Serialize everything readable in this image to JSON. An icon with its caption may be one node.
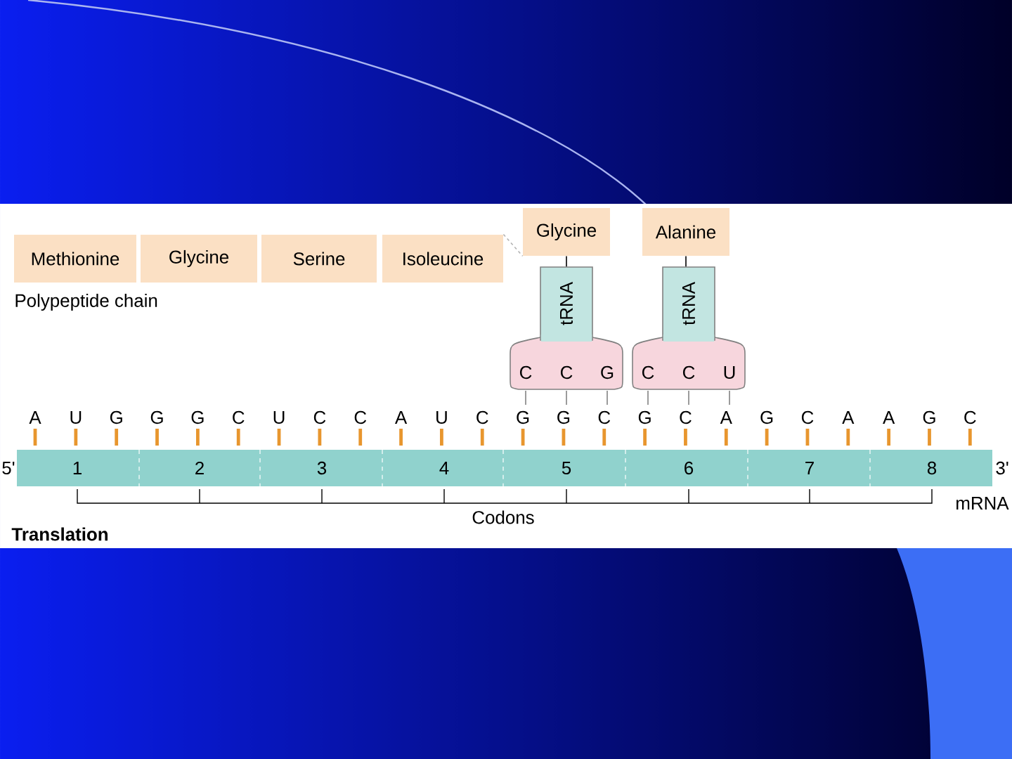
{
  "diagram": {
    "nodes": [
      {
        "text": [
          "Methionine"
        ]
      },
      {
        "text": [
          "Glycine"
        ]
      },
      {
        "text": [
          "Serine"
        ]
      },
      {
        "text": [
          "Isoleucine"
        ]
      },
      {
        "text": [
          "Glycine"
        ]
      },
      {
        "text": [
          "Alanine"
        ]
      },
      {
        "text": [
          "tRNA",
          "C",
          "C",
          "G"
        ]
      },
      {
        "text": [
          "tRNA",
          "C",
          "C",
          "U"
        ]
      },
      {
        "text": [
          "1"
        ]
      },
      {
        "text": [
          "2"
        ]
      },
      {
        "text": [
          "3"
        ]
      },
      {
        "text": [
          "4"
        ]
      },
      {
        "text": [
          "5"
        ]
      },
      {
        "text": [
          "6"
        ]
      },
      {
        "text": [
          "7"
        ]
      },
      {
        "text": [
          "8"
        ]
      }
    ],
    "edges": [
      {
        "from": 3,
        "to": 4,
        "arrow": "none",
        "style": "dashed",
        "color": "#b2b2b2"
      },
      {
        "from": 4,
        "to": 6,
        "arrow": "none"
      },
      {
        "from": 5,
        "to": 7,
        "arrow": "none"
      }
    ],
    "labels": [
      "Polypeptide chain",
      "A",
      "U",
      "G",
      "G",
      "G",
      "C",
      "U",
      "C",
      "C",
      "A",
      "U",
      "C",
      "G",
      "G",
      "C",
      "G",
      "C",
      "A",
      "G",
      "C",
      "A",
      "A",
      "G",
      "C",
      "5'",
      "3'",
      "Codons",
      "mRNA",
      "Translation"
    ]
  }
}
